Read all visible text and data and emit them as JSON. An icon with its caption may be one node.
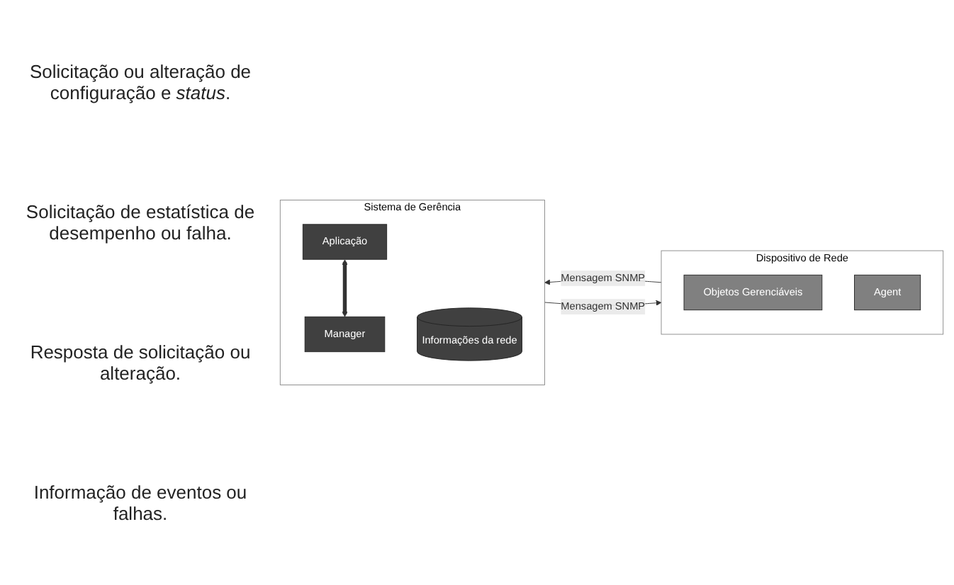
{
  "diagram": {
    "nodes": [
      {
        "text": [
          "Sistema de Gerência"
        ]
      },
      {
        "text": [
          "Aplicação"
        ],
        "in": 0
      },
      {
        "text": [
          "Manager"
        ],
        "in": 0
      },
      {
        "text": [
          "Informações da rede"
        ],
        "in": 0
      },
      {
        "text": [
          "Dispositivo de Rede"
        ]
      },
      {
        "text": [
          "Objetos Gerenciáveis"
        ],
        "in": 4
      },
      {
        "text": [
          "Agent"
        ],
        "in": 4
      }
    ],
    "edges": [
      {
        "from": 1,
        "to": 2,
        "arrow": "both",
        "style": "thick"
      },
      {
        "from": 0,
        "to": 4,
        "arrow": "to",
        "label": "Mensagem SNMP"
      },
      {
        "from": 4,
        "to": 0,
        "arrow": "to",
        "label": "Mensagem SNMP"
      }
    ],
    "labels": [
      "Solicitação ou alteração de configuração e *status*.",
      "Solicitação de estatística de desempenho ou falha.",
      "Resposta de solicitação ou alteração.",
      "Informação de eventos ou falhas."
    ]
  }
}
